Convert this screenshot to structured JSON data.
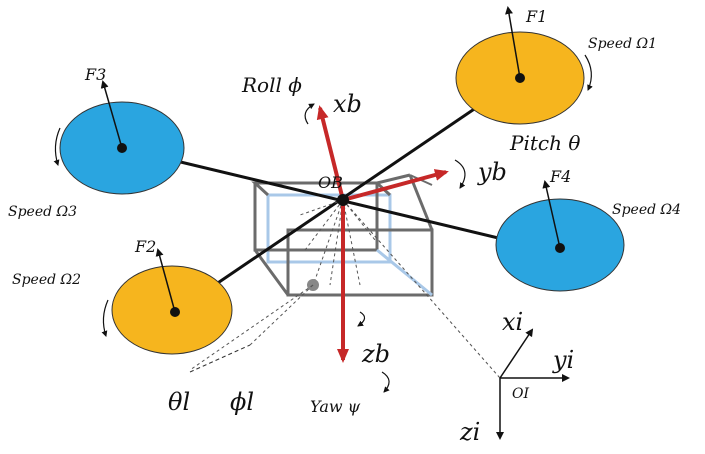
{
  "colors": {
    "rotor_orange": "#F6B51E",
    "rotor_blue": "#2AA5E0",
    "body_axis_red": "#C62828",
    "frame_grey": "#6B6B6B",
    "frame_light": "#A9C8E8",
    "line_black": "#111111"
  },
  "rotors": [
    {
      "id": "rotor-1",
      "color": "orange",
      "force_label": "F1",
      "speed_label": "Speed Ω1"
    },
    {
      "id": "rotor-2",
      "color": "orange",
      "force_label": "F2",
      "speed_label": "Speed Ω2"
    },
    {
      "id": "rotor-3",
      "color": "blue",
      "force_label": "F3",
      "speed_label": "Speed Ω3"
    },
    {
      "id": "rotor-4",
      "color": "blue",
      "force_label": "F4",
      "speed_label": "Speed Ω4"
    }
  ],
  "body_frame": {
    "origin": "OB",
    "x_axis": "xb",
    "y_axis": "yb",
    "z_axis": "zb",
    "roll": "Roll ϕ",
    "pitch": "Pitch θ",
    "yaw": "Yaw ψ"
  },
  "inertial_frame": {
    "origin": "OI",
    "x_axis": "xi",
    "y_axis": "yi",
    "z_axis": "zi"
  },
  "load_angles": {
    "theta": "θl",
    "phi": "ϕl"
  }
}
